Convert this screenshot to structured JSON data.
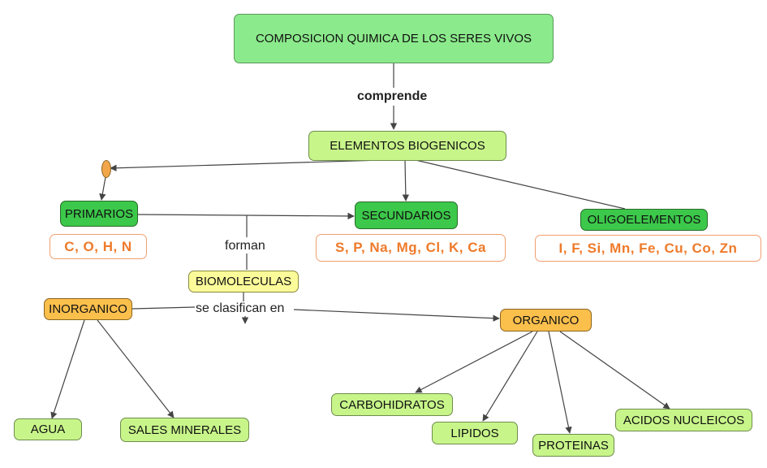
{
  "title": "COMPOSICION QUIMICA DE LOS SERES VIVOS",
  "links": {
    "comprende": "comprende",
    "forman": "forman",
    "se_clasifican_en": "se clasifican en"
  },
  "nodes": {
    "elementos_biogenicos": "ELEMENTOS BIOGENICOS",
    "primarios": "PRIMARIOS",
    "secundarios": "SECUNDARIOS",
    "oligoelementos": "OLIGOELEMENTOS",
    "biomoleculas": "BIOMOLECULAS",
    "inorganico": "INORGANICO",
    "organico": "ORGANICO",
    "agua": "AGUA",
    "sales_minerales": "SALES MINERALES",
    "carbohidratos": "CARBOHIDRATOS",
    "lipidos": "LIPIDOS",
    "proteinas": "PROTEINAS",
    "acidos_nucleicos": "ACIDOS NUCLEICOS"
  },
  "elements": {
    "primarios": "C, O, H, N",
    "secundarios": "S, P, Na, Mg, Cl, K, Ca",
    "oligoelementos": "I, F, Si, Mn, Fe, Cu, Co, Zn"
  },
  "colors": {
    "title_fill": "#8bea8b",
    "lime_fill": "#c8f58a",
    "dark_green_fill": "#3cc84a",
    "orange_fill": "#fbbf4c",
    "yellow_fill": "#fbfb9a",
    "element_text": "#ee7a2a"
  }
}
